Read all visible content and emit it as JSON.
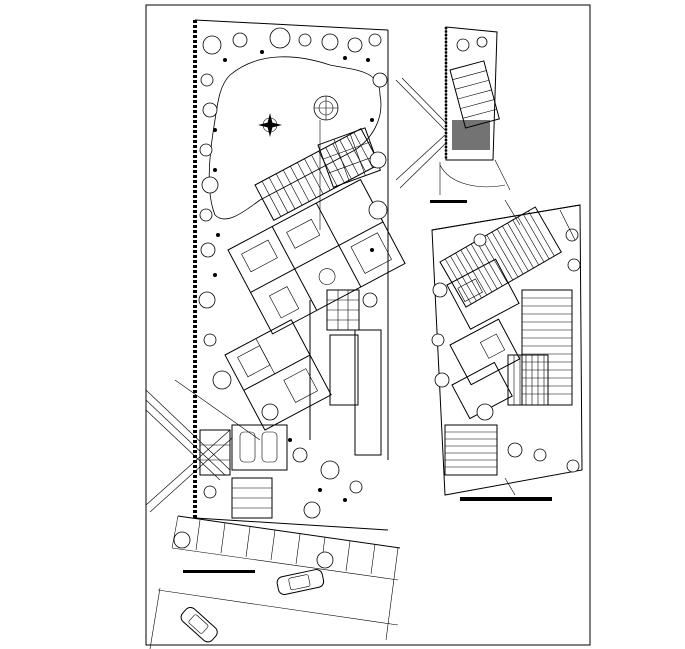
{
  "drawing": {
    "type": "site-plan",
    "views": [
      {
        "id": "main-site-plan",
        "scale_bar": true
      },
      {
        "id": "key-plan",
        "scale_bar": true
      },
      {
        "id": "roof-plan",
        "scale_bar": true
      }
    ],
    "north_arrow": true,
    "vehicles": 2
  }
}
